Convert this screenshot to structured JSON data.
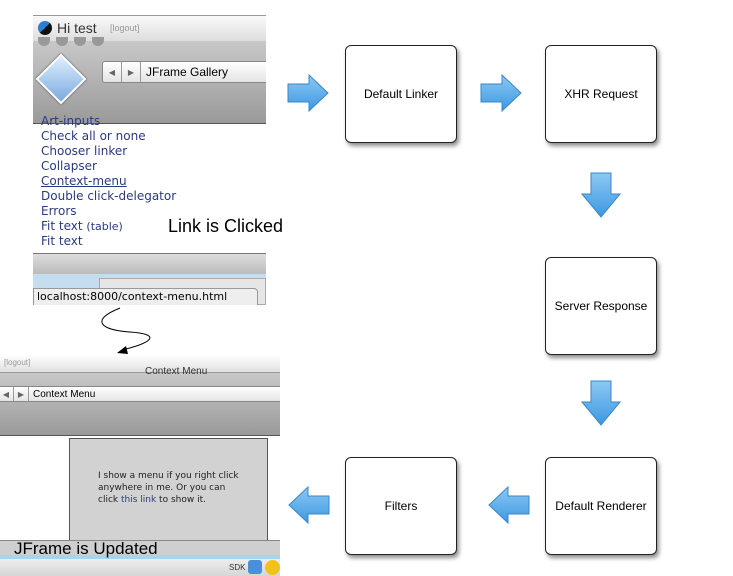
{
  "flow": {
    "default_linker": "Default Linker",
    "xhr_request": "XHR Request",
    "server_response": "Server Response",
    "default_renderer": "Default Renderer",
    "filters": "Filters"
  },
  "captions": {
    "link_clicked": "Link is Clicked",
    "jframe_updated": "JFrame is Updated"
  },
  "top_screenshot": {
    "greeting": "Hi test",
    "logout": "[logout]",
    "window_title": "JFrame Gallery",
    "links": [
      "Art-inputs",
      "Check all or none",
      "Chooser linker",
      "Collapser",
      "Context-menu",
      "Double click-delegator",
      "Errors",
      "Fit text",
      "Fit text"
    ],
    "link_suffix": "(table)",
    "status_url": "localhost:8000/context-menu.html"
  },
  "bottom_screenshot": {
    "logout": "[logout]",
    "window_title_partial": "Context Menu",
    "nav_title": "Context Menu",
    "content_before": "I show a menu if you right click anywhere in me. Or you can click ",
    "content_link": "this link",
    "content_after": " to show it.",
    "dock_label": "SDK"
  },
  "colors": {
    "arrow": "#4aa3e6",
    "link": "#2a3a80"
  }
}
